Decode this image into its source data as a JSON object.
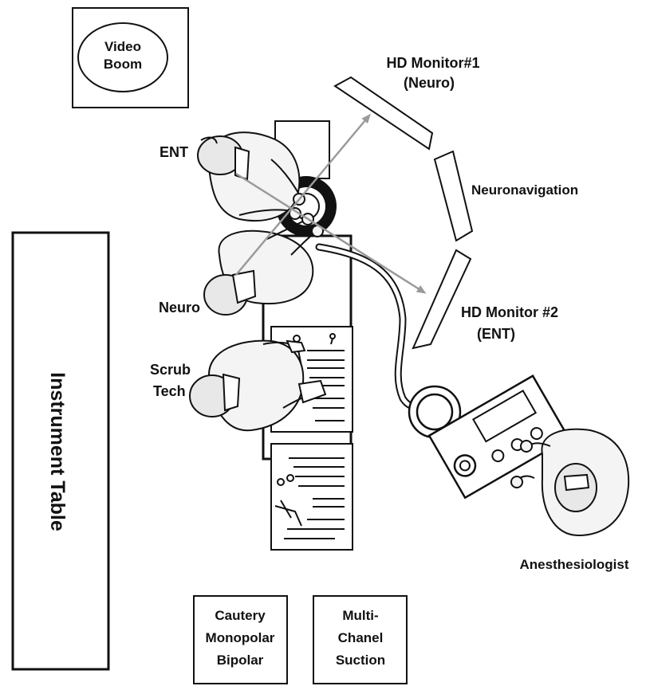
{
  "labels": {
    "video_boom_line1": "Video",
    "video_boom_line2": "Boom",
    "hd_monitor_1_line1": "HD Monitor#1",
    "hd_monitor_1_line2": "(Neuro)",
    "ent": "ENT",
    "neuronavigation": "Neuronavigation",
    "neuro": "Neuro",
    "hd_monitor_2_line1": "HD Monitor #2",
    "hd_monitor_2_line2": "(ENT)",
    "scrub_tech_line1": "Scrub",
    "scrub_tech_line2": "Tech",
    "instrument_table": "Instrument Table",
    "anesthesiologist": "Anesthesiologist",
    "cautery_line1": "Cautery",
    "cautery_line2": "Monopolar",
    "cautery_line3": "Bipolar",
    "suction_line1": "Multi-",
    "suction_line2": "Chanel",
    "suction_line3": "Suction"
  },
  "colors": {
    "line": "#111111",
    "gown": "#f4f4f4",
    "sight_arrow": "#999999",
    "background": "#ffffff"
  }
}
